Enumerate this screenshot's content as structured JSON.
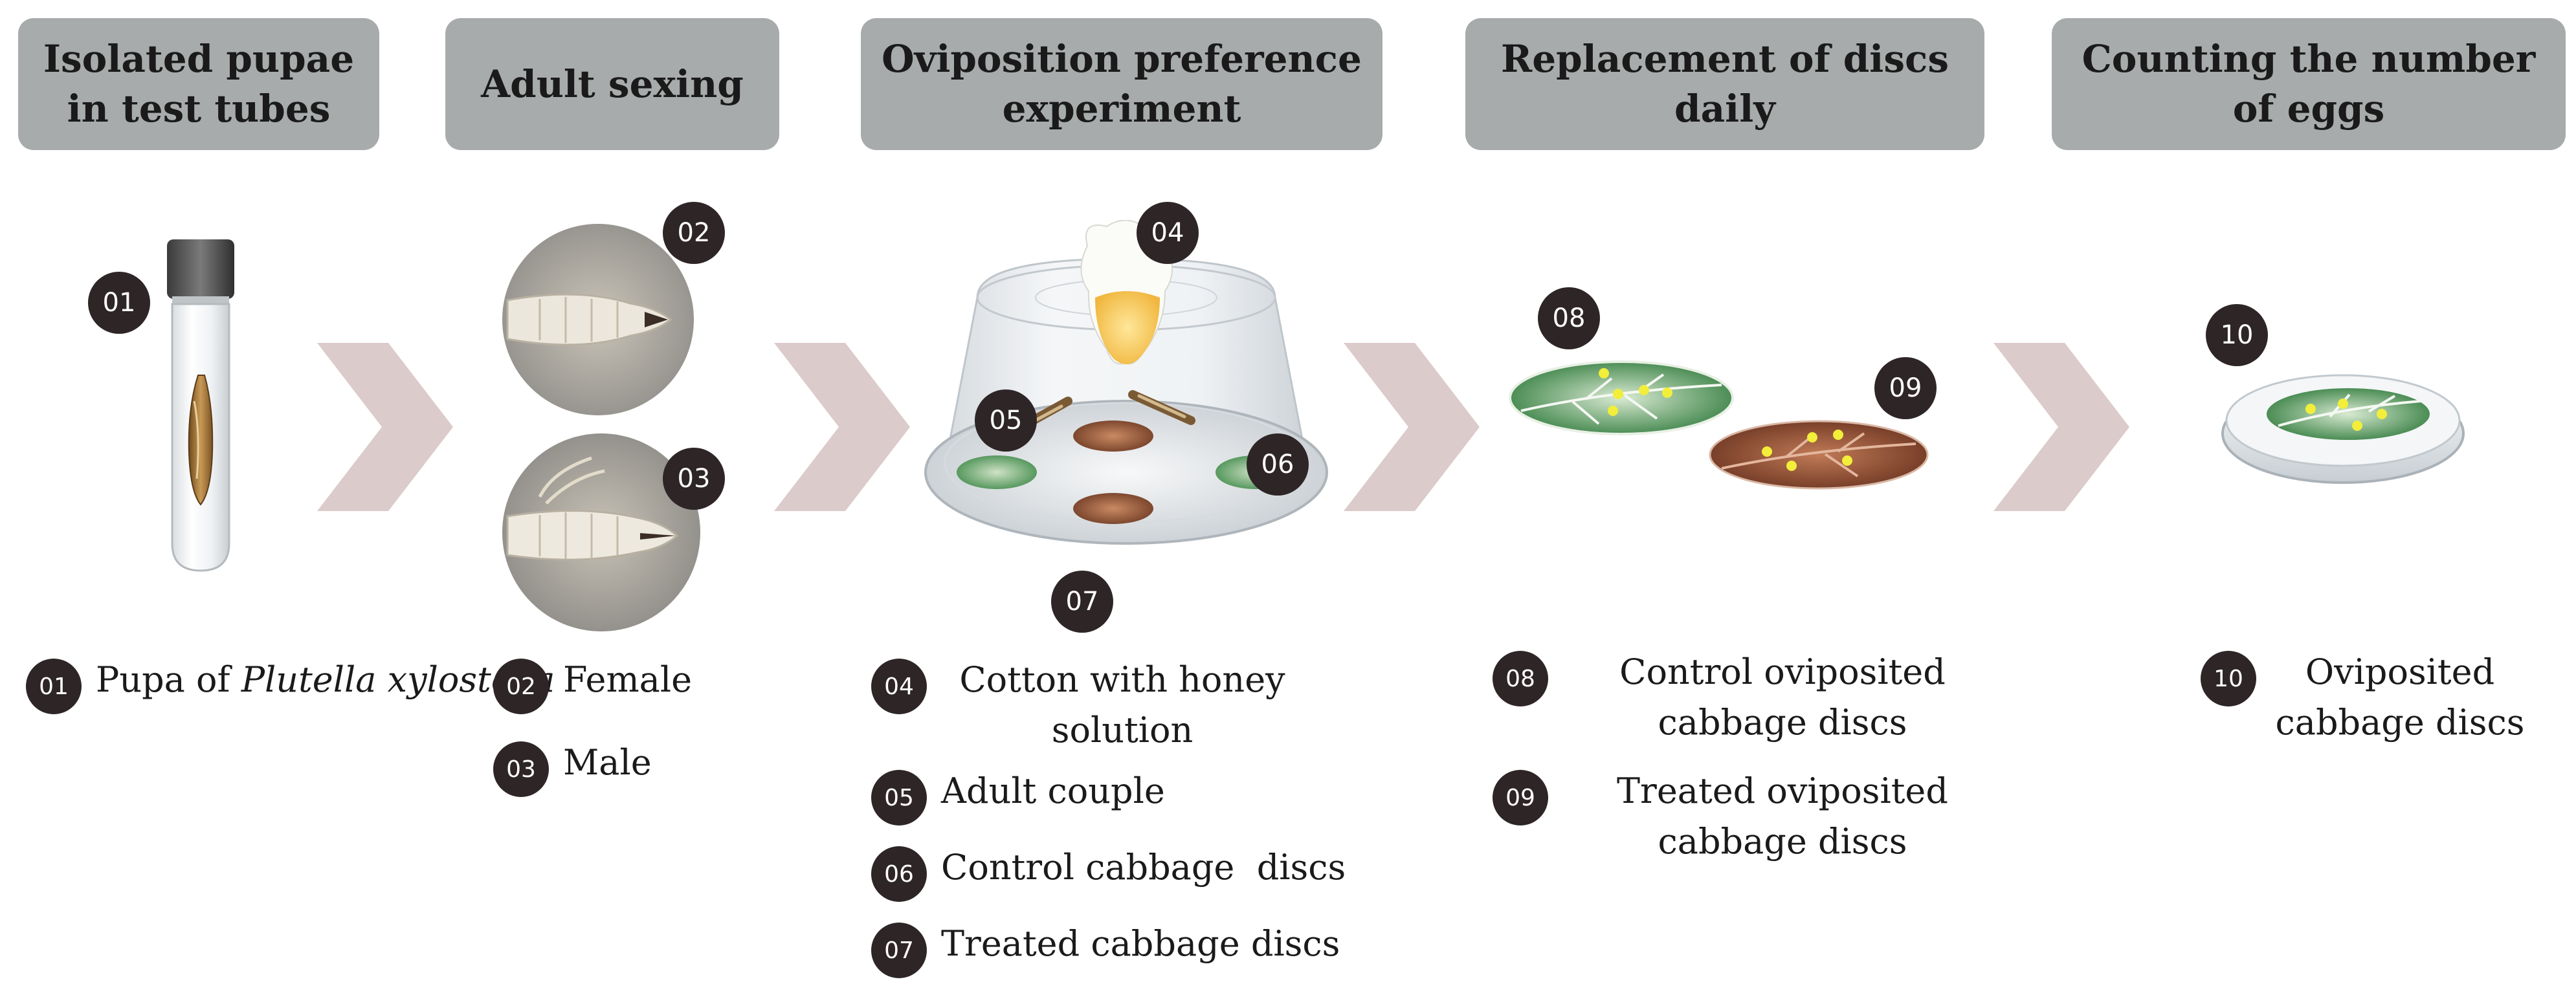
{
  "steps": [
    {
      "title": "Isolated pupae in test tubes"
    },
    {
      "title": "Adult sexing"
    },
    {
      "title": "Oviposition preference experiment"
    },
    {
      "title": "Replacement of discs daily"
    },
    {
      "title": "Counting the number of eggs"
    }
  ],
  "badges": [
    "01",
    "02",
    "03",
    "04",
    "05",
    "06",
    "07",
    "08",
    "09",
    "10"
  ],
  "legend": {
    "item01": {
      "num": "01",
      "text_a": "Pupa of ",
      "text_b": "Plutella xylostella"
    },
    "item02": {
      "num": "02",
      "text": "Female"
    },
    "item03": {
      "num": "03",
      "text": "Male"
    },
    "item04": {
      "num": "04",
      "text": "Cotton with honey solution"
    },
    "item05": {
      "num": "05",
      "text": "Adult couple"
    },
    "item06": {
      "num": "06",
      "text": "Control cabbage  discs"
    },
    "item07": {
      "num": "07",
      "text": "Treated cabbage discs"
    },
    "item08": {
      "num": "08",
      "text": "Control oviposited cabbage discs"
    },
    "item09": {
      "num": "09",
      "text": "Treated oviposited cabbage discs"
    },
    "item10": {
      "num": "10",
      "text": "Oviposited cabbage discs"
    }
  },
  "colors": {
    "header_bg": "#a8abab",
    "badge_bg": "#2e2526",
    "chevron": "#dccbcb",
    "control_leaf": "#3f8a4a",
    "treated_leaf": "#8a4a2e",
    "egg": "#f2ee3a"
  }
}
